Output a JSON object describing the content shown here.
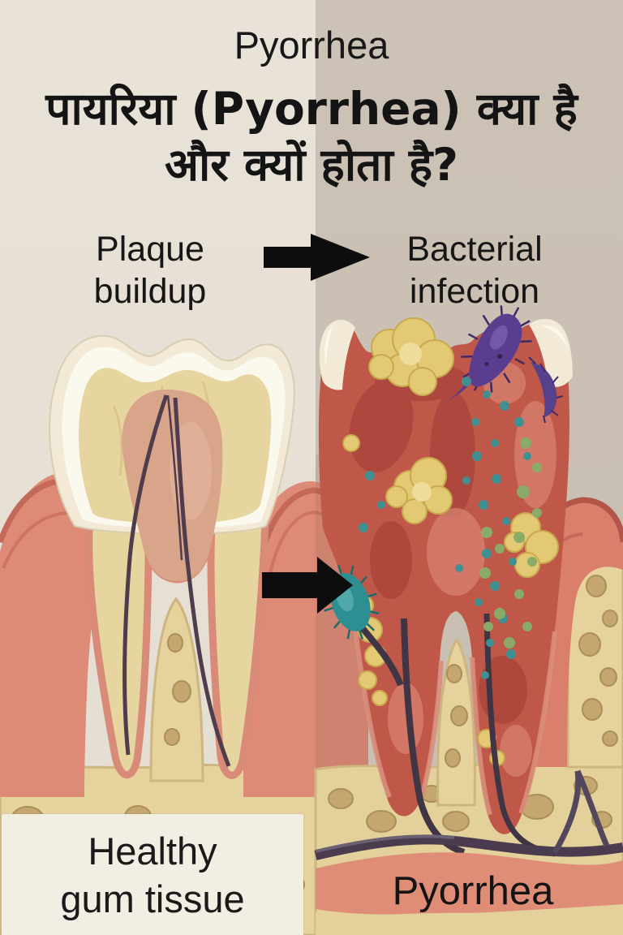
{
  "header": {
    "title_en": "Pyorrhea",
    "title_hi": "पायरिया (Pyorrhea) क्या है\nऔर क्यों होता है?"
  },
  "comparison": {
    "left_label": "Plaque\nbuildup",
    "right_label": "Bacterial\ninfection",
    "arrow_icon": "arrow-right-icon"
  },
  "footer": {
    "left_caption": "Healthy\ngum tissue",
    "right_caption": "Pyorrhea"
  },
  "illustration": {
    "left_panel": "healthy tooth cross-section with gums and bone",
    "right_panel": "pyorrhea tooth cross-section with plaque, bacteria and inflamed tissue"
  },
  "colors": {
    "bg_left": "#e8e1d6",
    "bg_right": "#c9c0b3",
    "caption_box": "#f3eee3",
    "text": "#161616",
    "arrow": "#0d0d0d",
    "gum": "#dd8a76",
    "gum_rim": "#c4685a",
    "bone": "#e5d29c",
    "bone_hole": "#c3a76e",
    "enamel": "#f2ead7",
    "enamel_white": "#fbf8ee",
    "dentin": "#e7d5a0",
    "pulp": "#d8a58b",
    "infected_tissue": "#c0584a",
    "plaque": "#e3c973",
    "bacteria_purple": "#5a3d8f",
    "bacteria_teal": "#2e8f93",
    "bacteria_green": "#8aab68",
    "nerve_vessel": "#4a3c4e"
  }
}
